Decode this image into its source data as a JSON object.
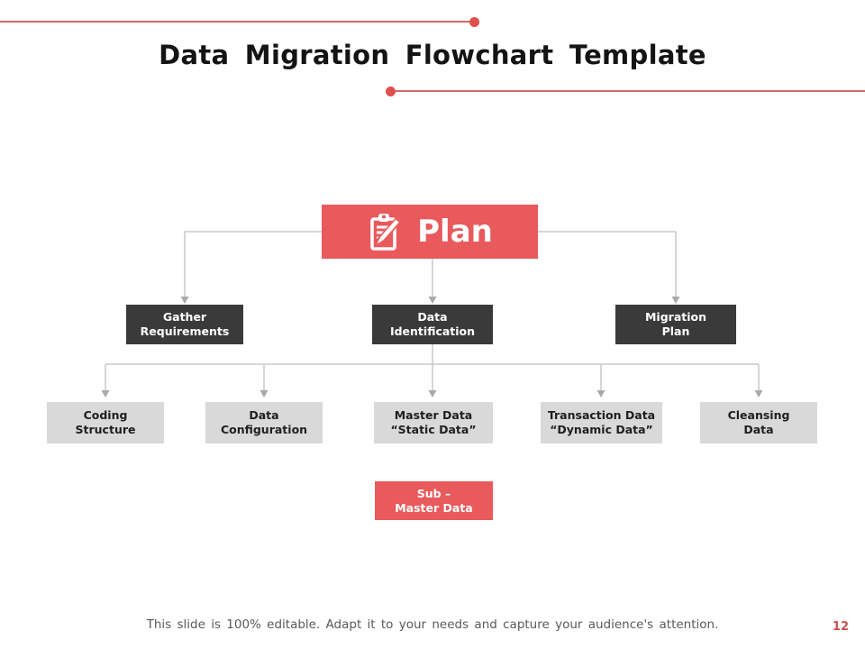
{
  "slide": {
    "title": "Data Migration Flowchart Template",
    "footer": "This slide is 100% editable. Adapt it to your needs and capture your audience's attention.",
    "page_number": "12"
  },
  "flowchart": {
    "root": {
      "label": "Plan",
      "icon": "clipboard-pencil-icon"
    },
    "level2": [
      {
        "line1": "Gather",
        "line2": "Requirements"
      },
      {
        "line1": "Data",
        "line2": "Identification"
      },
      {
        "line1": "Migration",
        "line2": "Plan"
      }
    ],
    "level3": [
      {
        "line1": "Coding",
        "line2": "Structure"
      },
      {
        "line1": "Data",
        "line2": "Configuration"
      },
      {
        "line1": "Master Data",
        "line2": "“Static Data”"
      },
      {
        "line1": "Transaction Data",
        "line2": "“Dynamic Data”"
      },
      {
        "line1": "Cleansing",
        "line2": "Data"
      }
    ],
    "level4": {
      "line1": "Sub –",
      "line2": "Master Data"
    }
  },
  "colors": {
    "accent_red": "#e85a5c",
    "accent_line_red": "#d16a6a",
    "dark_box": "#3a3a3a",
    "light_box": "#d9d9d9",
    "connector_gray": "#bfbfbf",
    "title_text": "#141414",
    "footer_text": "#595959",
    "page_number_red": "#c9504c"
  }
}
